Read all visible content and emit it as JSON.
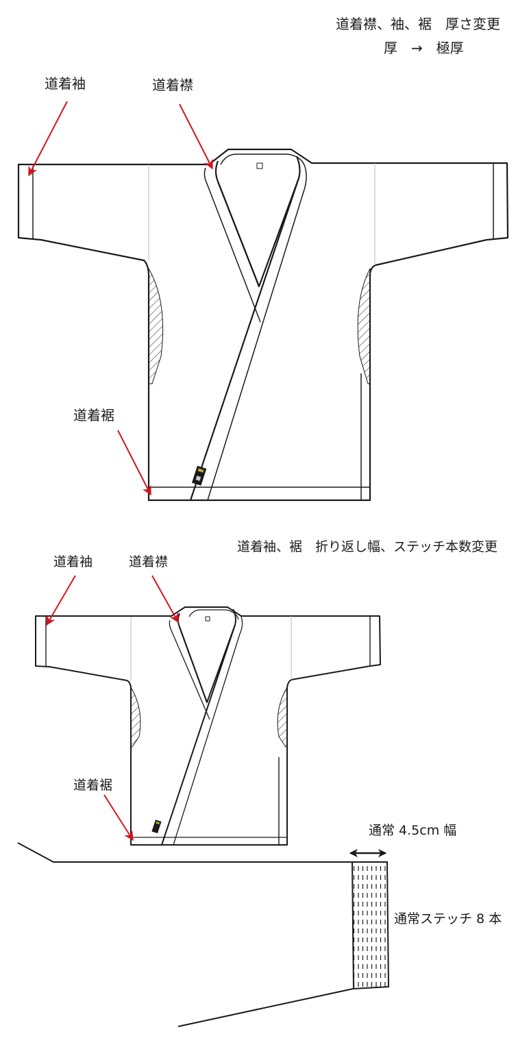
{
  "section1": {
    "title": "道着襟、袖、裾　厚さ変更",
    "subtitle": "厚　→　極厚",
    "labels": {
      "sleeve": "道着袖",
      "collar": "道着襟",
      "hem": "道着裾"
    }
  },
  "section2": {
    "title": "道着袖、裾　折り返し幅、ステッチ本数変更",
    "labels": {
      "sleeve": "道着袖",
      "collar": "道着襟",
      "hem": "道着裾"
    },
    "detail": {
      "width_label": "通常 4.5cm 幅",
      "stitch_label": "通常ステッチ 8 本"
    }
  },
  "colors": {
    "line": "#1a1a1a",
    "seam": "#bbbbbb",
    "arrow": "#d0161b",
    "tag": "#1a1a1a",
    "tag_accent": "#c8a040"
  }
}
